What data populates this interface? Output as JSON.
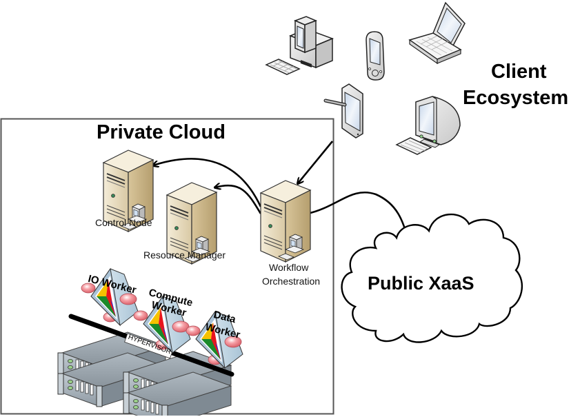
{
  "diagram": {
    "client_ecosystem": {
      "title_line1": "Client",
      "title_line2": "Ecosystem",
      "devices": [
        {
          "name": "desktop-computer",
          "icon": "desktop-icon"
        },
        {
          "name": "pda",
          "icon": "pda-icon"
        },
        {
          "name": "laptop",
          "icon": "laptop-icon"
        },
        {
          "name": "tablet-with-stylus",
          "icon": "tablet-icon"
        },
        {
          "name": "crt-monitor-workstation",
          "icon": "monitor-icon"
        }
      ]
    },
    "private_cloud": {
      "title": "Private Cloud",
      "nodes": {
        "control_node": "Control Node",
        "resource_manager": "Resource Manager",
        "workflow_line1": "Workflow",
        "workflow_line2": "Orchestration"
      },
      "workers": {
        "io": "IO Worker",
        "compute_line1": "Compute",
        "compute_line2": "Worker",
        "data_line1": "Data",
        "data_line2": "Worker"
      },
      "hypervisor": "HYPERVISOR"
    },
    "public_cloud": {
      "title": "Public XaaS"
    },
    "colors": {
      "server_beige": "#e8dcc0",
      "rack_gray": "#9aa4ad",
      "worker_yellow": "#f6c200",
      "worker_red": "#e8141c",
      "worker_green": "#1a8a2a",
      "worker_blue": "#1a2ef0",
      "worker_pink": "#f08a90"
    }
  }
}
